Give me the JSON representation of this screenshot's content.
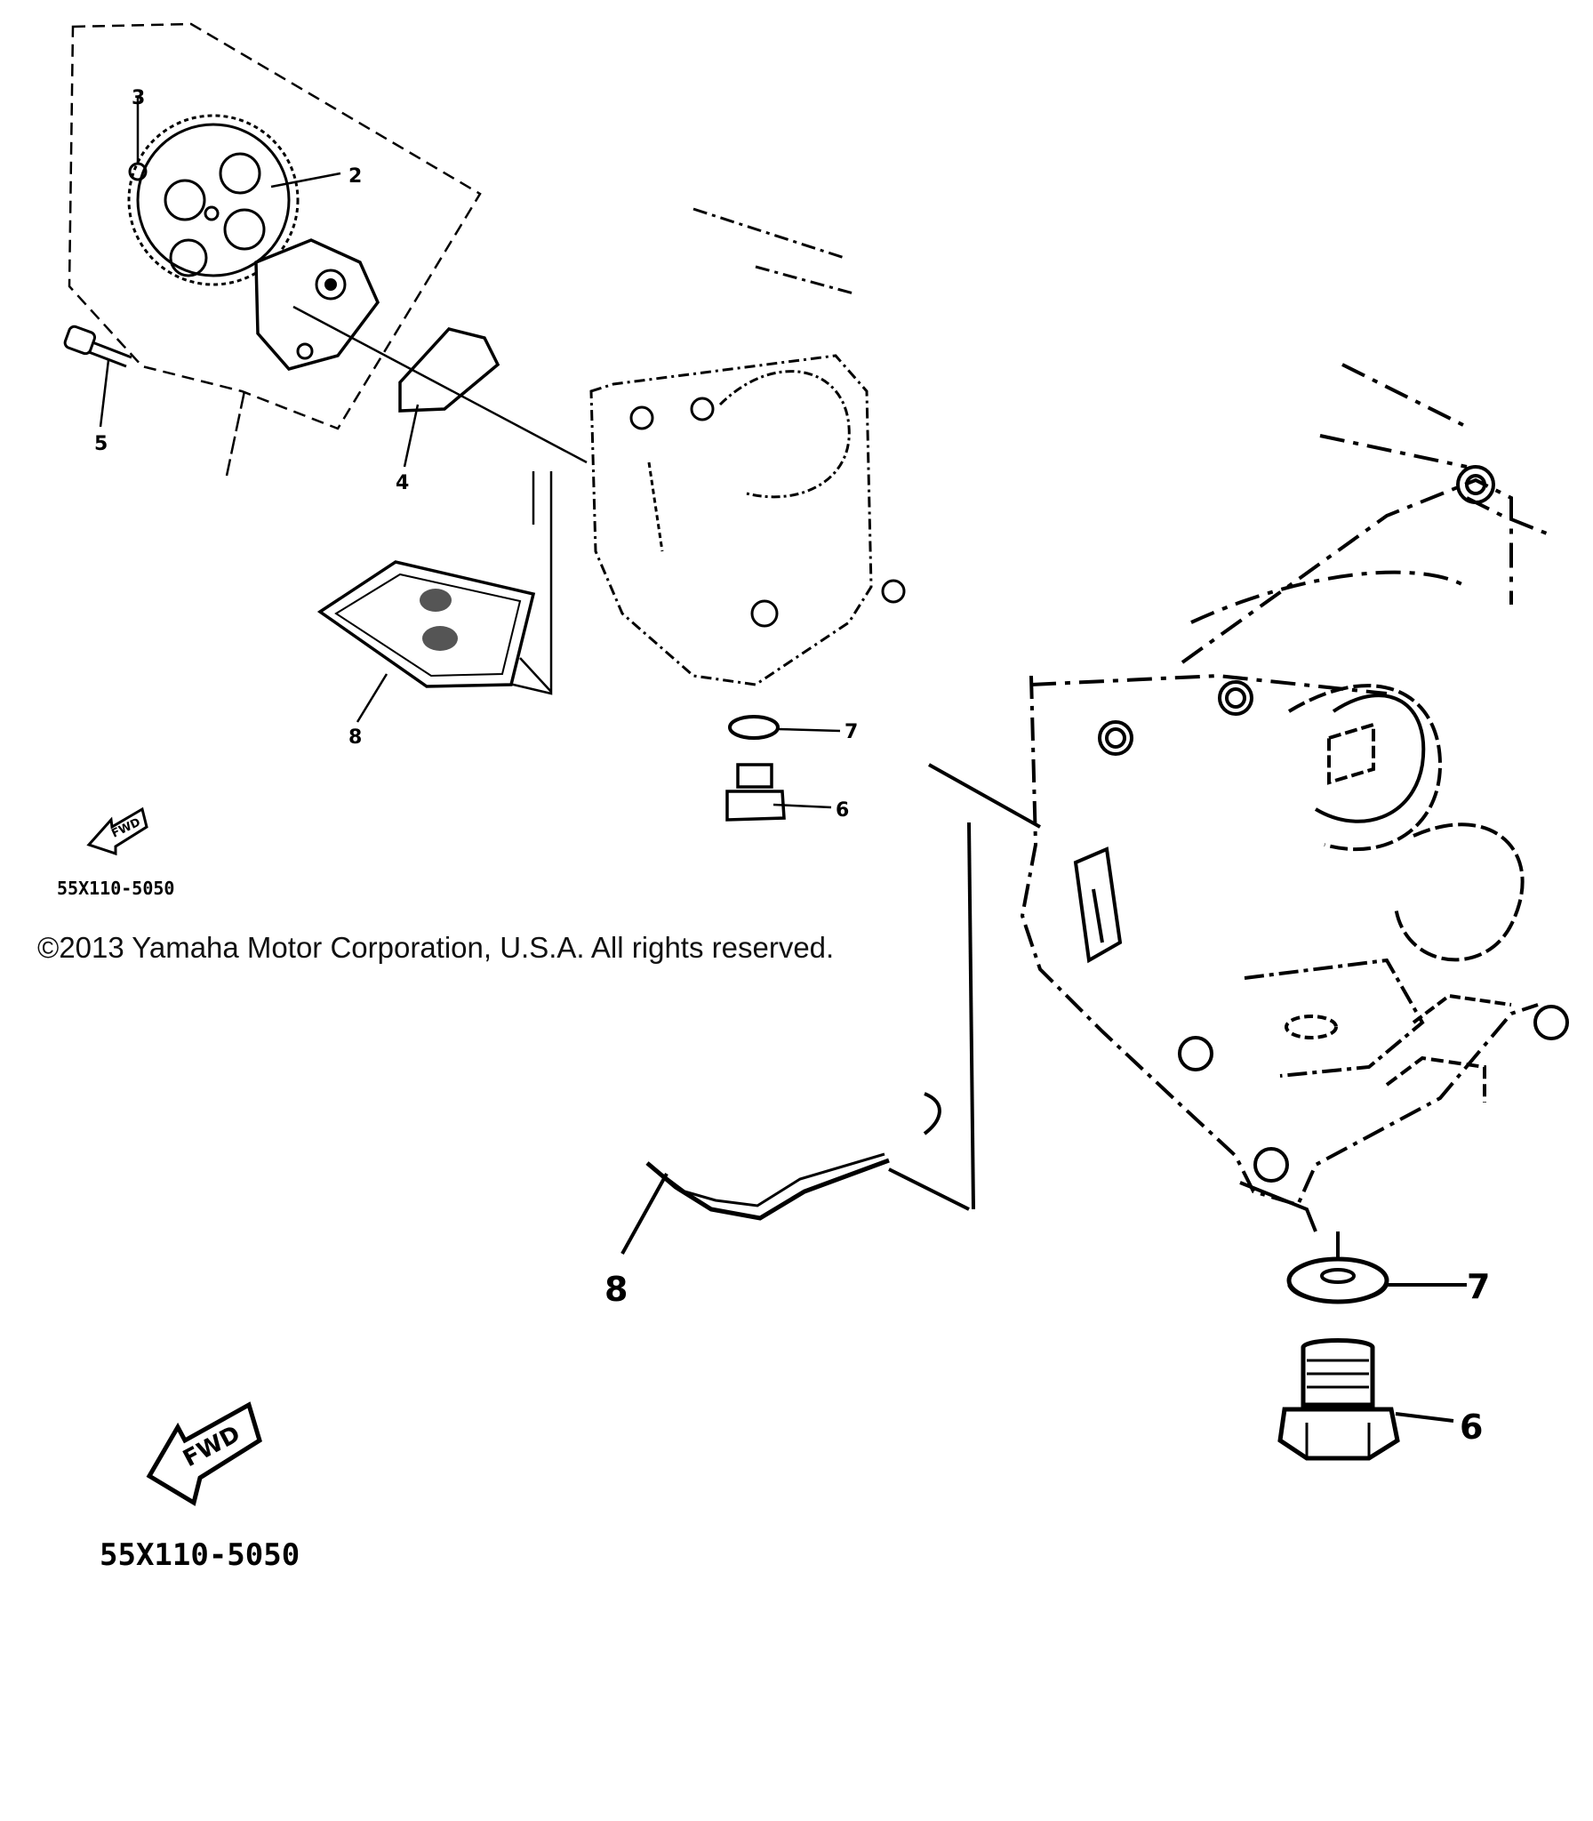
{
  "copyright": "©2013 Yamaha Motor Corporation, U.S.A. All rights reserved.",
  "thumbnail": {
    "callouts": [
      "2",
      "3",
      "4",
      "5",
      "6",
      "7",
      "8"
    ],
    "fwd_label": "FWD",
    "code": "55X110-5050"
  },
  "detail": {
    "callouts": [
      "6",
      "7",
      "8"
    ],
    "fwd_label": "FWD",
    "code": "55X110-5050"
  }
}
